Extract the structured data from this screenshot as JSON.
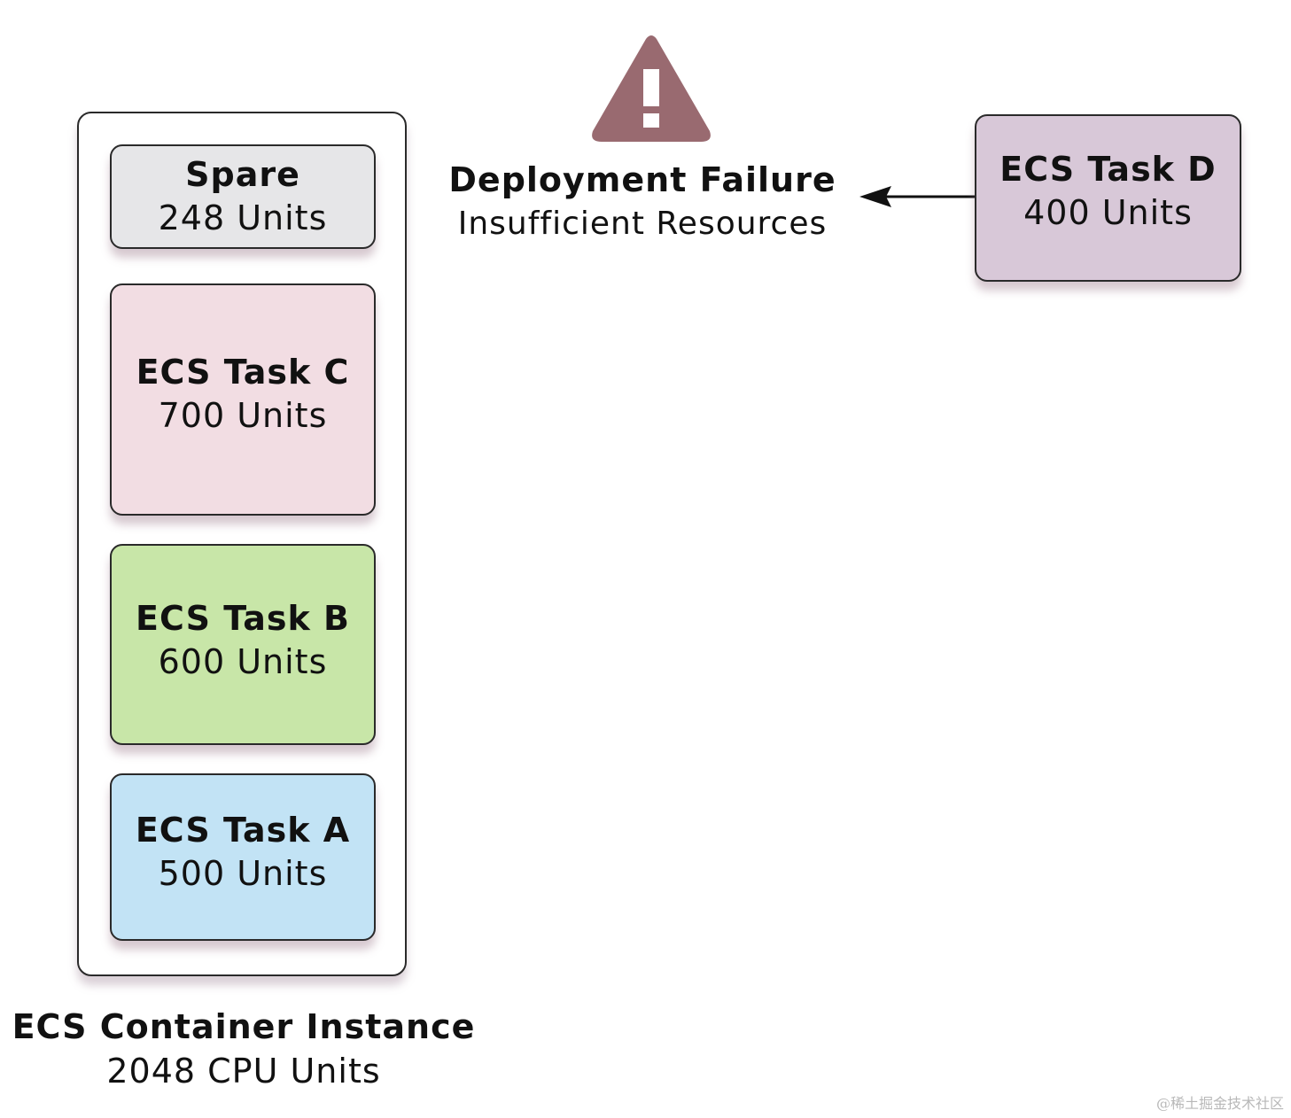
{
  "instance": {
    "title": "ECS Container Instance",
    "units": "2048 CPU Units",
    "tasks": [
      {
        "title": "Spare",
        "units": "248 Units",
        "color": "#e6e6e8"
      },
      {
        "title": "ECS Task C",
        "units": "700 Units",
        "color": "#f2dde3"
      },
      {
        "title": "ECS Task B",
        "units": "600 Units",
        "color": "#c8e6a8"
      },
      {
        "title": "ECS Task A",
        "units": "500 Units",
        "color": "#c2e3f5"
      }
    ]
  },
  "pending_task": {
    "title": "ECS Task D",
    "units": "400 Units",
    "color": "#d8c8d8"
  },
  "failure": {
    "icon": "warning-icon",
    "icon_color": "#996a70",
    "title": "Deployment Failure",
    "reason": "Insufficient Resources"
  },
  "watermark": "@稀土掘金技术社区"
}
